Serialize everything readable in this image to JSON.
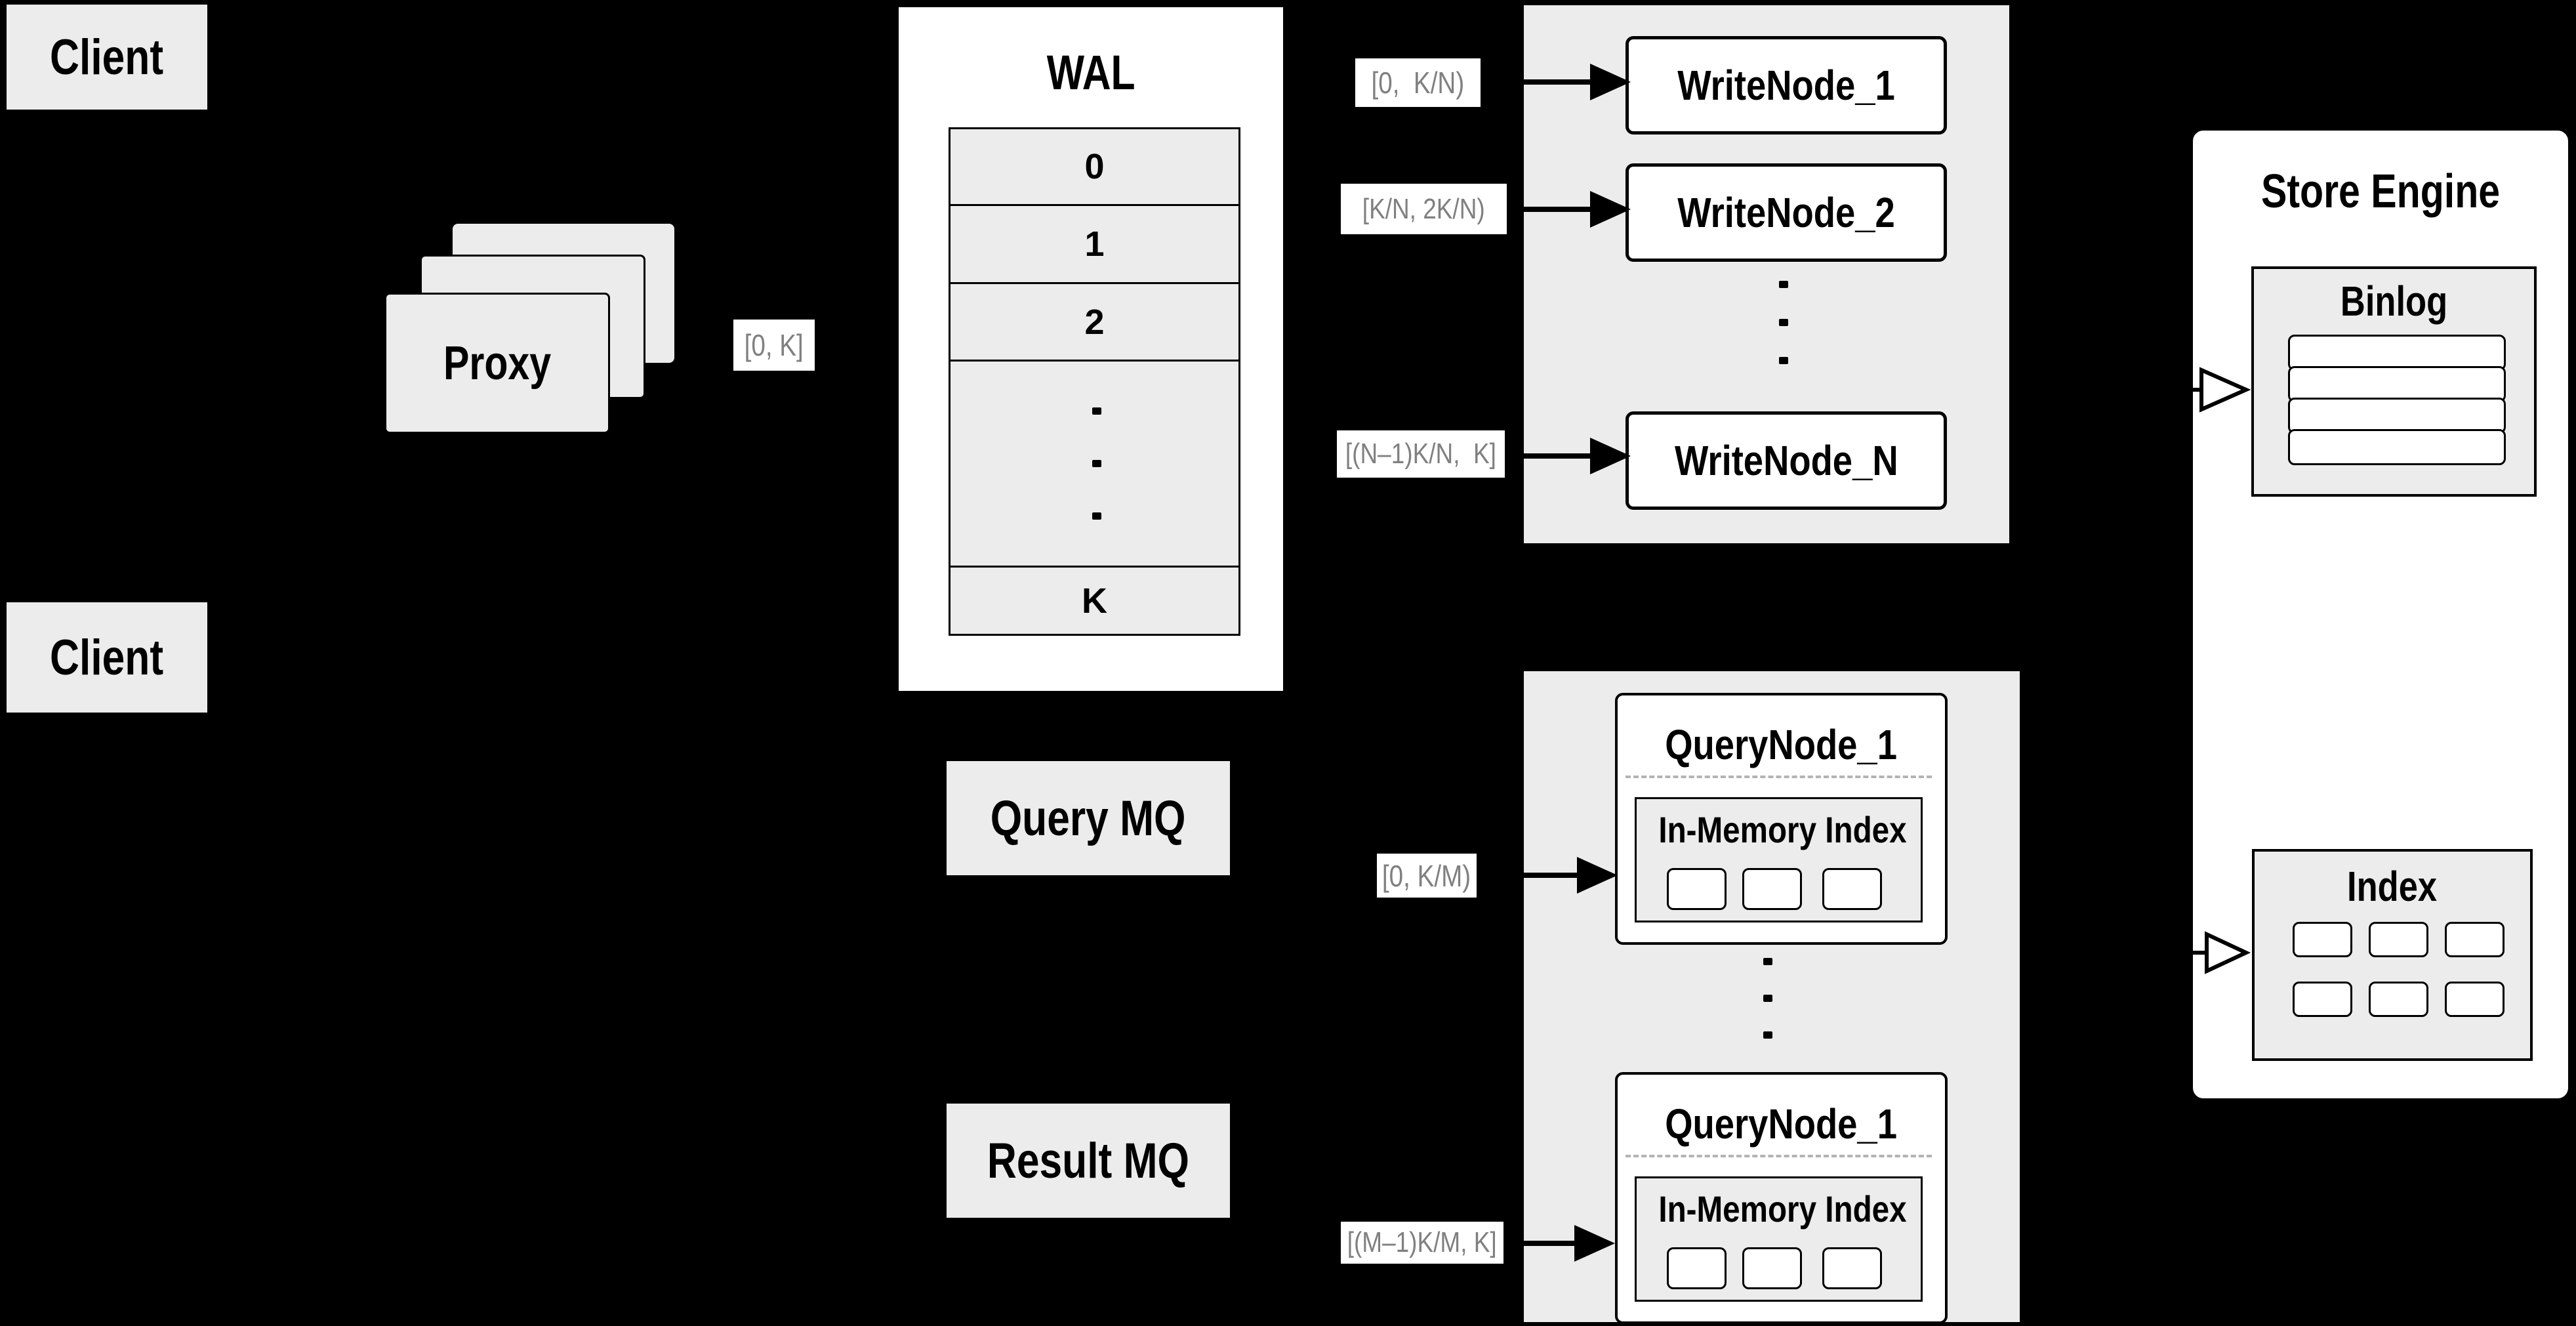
{
  "diagram": {
    "clients": {
      "top": "Client",
      "bottom": "Client"
    },
    "proxy": {
      "title": "Proxy"
    },
    "wal": {
      "title": "WAL",
      "rows": [
        "0",
        "1",
        "2",
        "K"
      ]
    },
    "labels": {
      "client_range": "[0, K]",
      "write_1": "[0,  K/N)",
      "write_2": "[K/N, 2K/N)",
      "write_n": "[(N–1)K/N,  K]",
      "query_1": "[0, K/M)",
      "query_m": "[(M–1)K/M, K]"
    },
    "write_pool": {
      "node_1": "WriteNode_1",
      "node_2": "WriteNode_2",
      "node_n": "WriteNode_N"
    },
    "mq": {
      "query": "Query MQ",
      "result": "Result MQ"
    },
    "query_pool": {
      "node_a": {
        "title": "QueryNode_1",
        "index_title": "In-Memory Index"
      },
      "node_b": {
        "title": "QueryNode_1",
        "index_title": "In-Memory Index"
      }
    },
    "store_engine": {
      "title": "Store Engine",
      "binlog": "Binlog",
      "index": "Index"
    },
    "colors": {
      "background": "#000000",
      "panel": "#ececec",
      "white": "#ffffff",
      "stroke": "#000000",
      "range_text": "#808080"
    }
  }
}
